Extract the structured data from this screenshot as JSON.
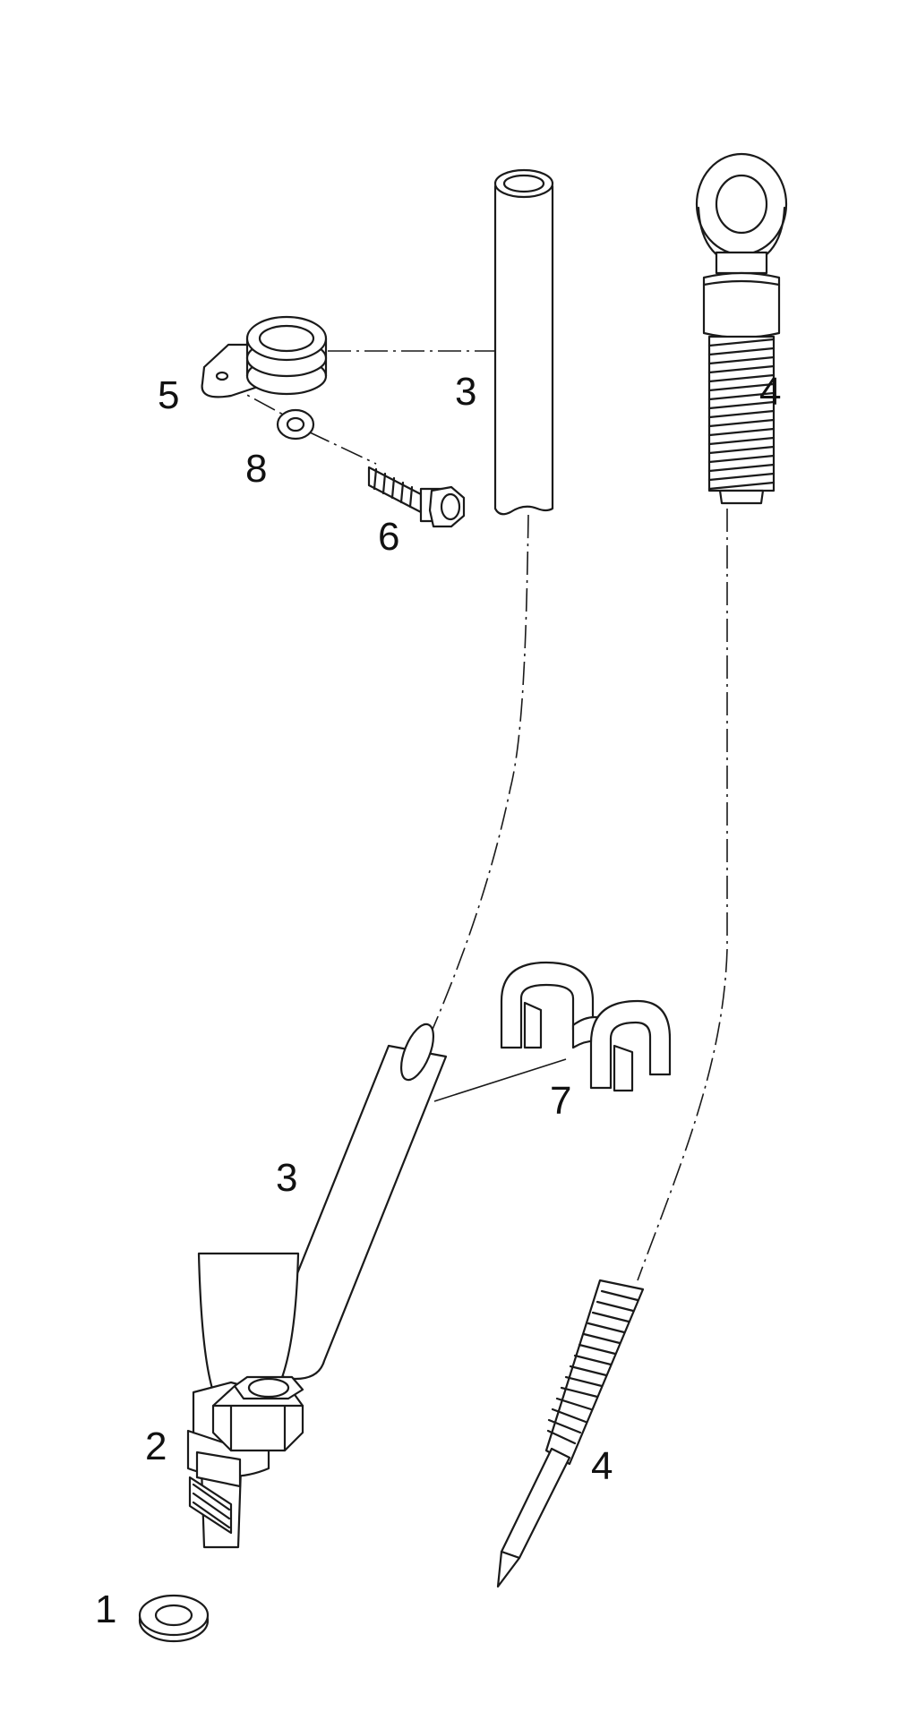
{
  "callouts": {
    "c1": "1",
    "c2": "2",
    "c3_upper": "3",
    "c3_lower": "3",
    "c4_upper": "4",
    "c4_lower": "4",
    "c5": "5",
    "c6": "6",
    "c7": "7",
    "c8": "8"
  },
  "colors": {
    "line": "#1a1a1a",
    "background": "#ffffff"
  }
}
